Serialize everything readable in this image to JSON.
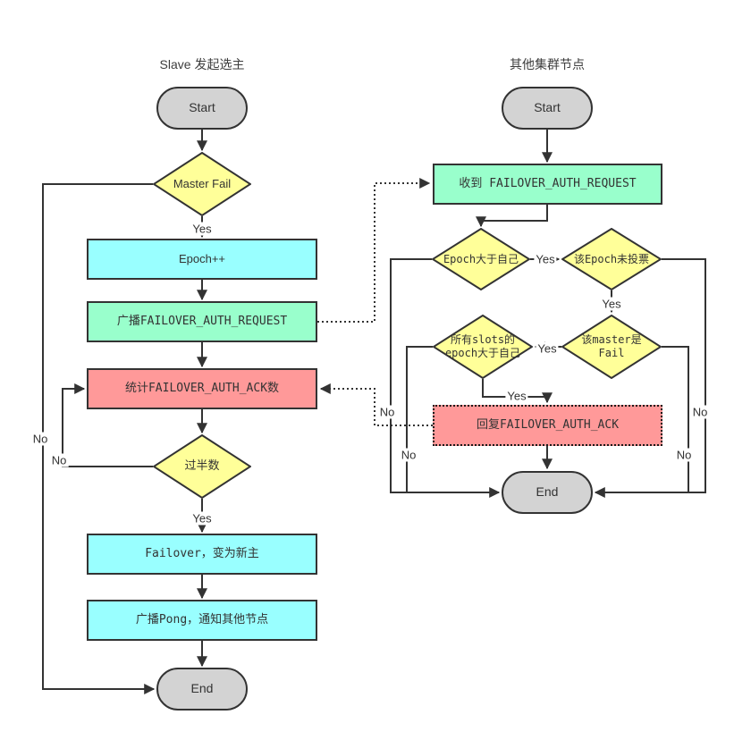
{
  "diagram": {
    "left": {
      "title": "Slave 发起选主",
      "start": "Start",
      "master_fail": "Master Fail",
      "epoch_inc": "Epoch++",
      "broadcast_request": "广播FAILOVER_AUTH_REQUEST",
      "count_ack": "统计FAILOVER_AUTH_ACK数",
      "majority": "过半数",
      "failover": "Failover，变为新主",
      "broadcast_pong": "广播Pong，通知其他节点",
      "end": "End"
    },
    "right": {
      "title": "其他集群节点",
      "start": "Start",
      "receive_request": "收到 FAILOVER_AUTH_REQUEST",
      "epoch_greater": "Epoch大于自己",
      "epoch_not_voted": "该Epoch未投票",
      "master_is_fail": "该master是\nFail",
      "slots_epoch_greater": "所有slots的\nepoch大于自己",
      "reply_ack": "回复FAILOVER_AUTH_ACK",
      "end": "End"
    },
    "labels": {
      "yes": "Yes",
      "no": "No"
    },
    "colors": {
      "terminal_fill": "#d3d3d3",
      "decision_fill": "#ffff99",
      "process_cyan": "#99ffff",
      "message_green": "#99ffcc",
      "alert_red": "#ff9999",
      "line": "#333333"
    }
  }
}
